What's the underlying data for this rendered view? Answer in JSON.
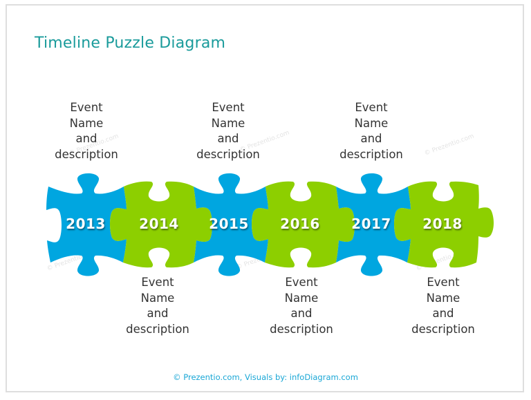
{
  "title": "Timeline Puzzle Diagram",
  "colors": {
    "title": "#1a9b9b",
    "blue_piece": "#00a6e0",
    "green_piece": "#8dcf00",
    "text": "#333333",
    "footer": "#1aa7d6"
  },
  "pieces": [
    {
      "year": "2013",
      "color": "blue"
    },
    {
      "year": "2014",
      "color": "green"
    },
    {
      "year": "2015",
      "color": "blue"
    },
    {
      "year": "2016",
      "color": "green"
    },
    {
      "year": "2017",
      "color": "blue"
    },
    {
      "year": "2018",
      "color": "green"
    }
  ],
  "events": [
    {
      "line1": "Event",
      "line2": "Name",
      "line3": "and",
      "line4": "description",
      "position": "above",
      "year": "2013"
    },
    {
      "line1": "Event",
      "line2": "Name",
      "line3": "and",
      "line4": "description",
      "position": "below",
      "year": "2014"
    },
    {
      "line1": "Event",
      "line2": "Name",
      "line3": "and",
      "line4": "description",
      "position": "above",
      "year": "2015"
    },
    {
      "line1": "Event",
      "line2": "Name",
      "line3": "and",
      "line4": "description",
      "position": "below",
      "year": "2016"
    },
    {
      "line1": "Event",
      "line2": "Name",
      "line3": "and",
      "line4": "description",
      "position": "above",
      "year": "2017"
    },
    {
      "line1": "Event",
      "line2": "Name",
      "line3": "and",
      "line4": "description",
      "position": "below",
      "year": "2018"
    }
  ],
  "watermark": "© Prezentio.com",
  "footer": "© Prezentio.com, Visuals by: infoDiagram.com"
}
